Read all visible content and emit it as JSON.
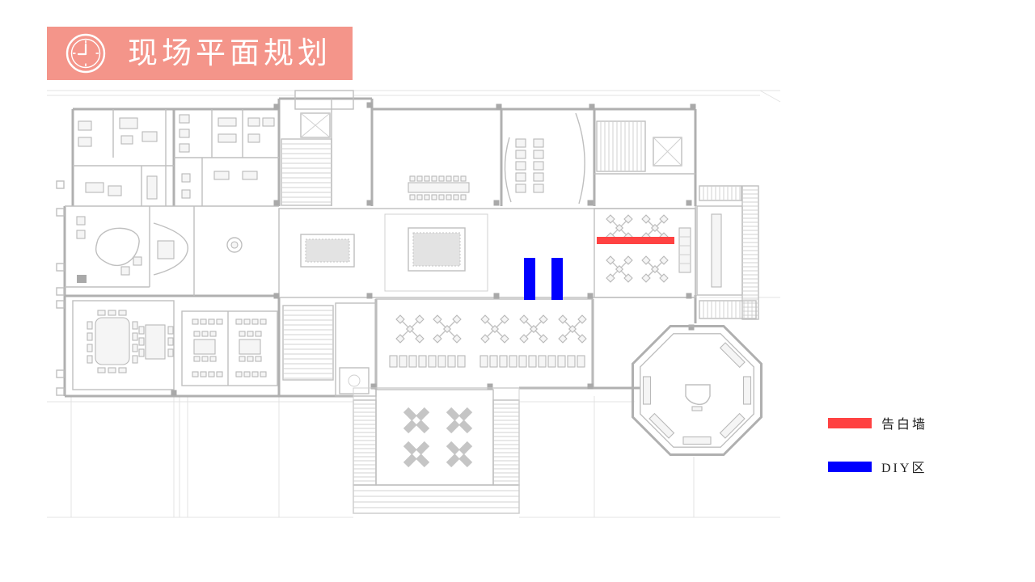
{
  "title": {
    "text": "现场平面规划",
    "icon": "clock-icon",
    "background_color": "#F4958A",
    "text_color": "#FFFFFF"
  },
  "legend": [
    {
      "label": "告白墙",
      "color": "#FF4242"
    },
    {
      "label": "DIY区",
      "color": "#0000FF"
    }
  ]
}
